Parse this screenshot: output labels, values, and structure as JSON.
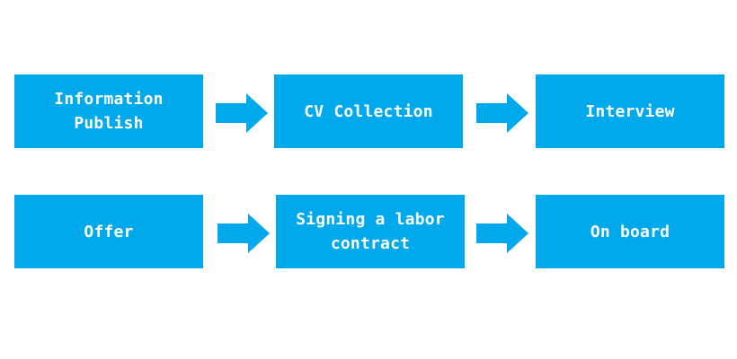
{
  "diagram": {
    "rows": [
      {
        "steps": [
          {
            "label": "Information\nPublish"
          },
          {
            "label": "CV Collection"
          },
          {
            "label": "Interview"
          }
        ]
      },
      {
        "steps": [
          {
            "label": "Offer"
          },
          {
            "label": "Signing a labor\ncontract"
          },
          {
            "label": "On board"
          }
        ]
      }
    ],
    "colors": {
      "box_fill": "#00a8ec",
      "arrow_fill": "#00a8ec",
      "text": "#ffffff",
      "background": "#ffffff"
    },
    "arrow_icon": "right-arrow-icon"
  }
}
